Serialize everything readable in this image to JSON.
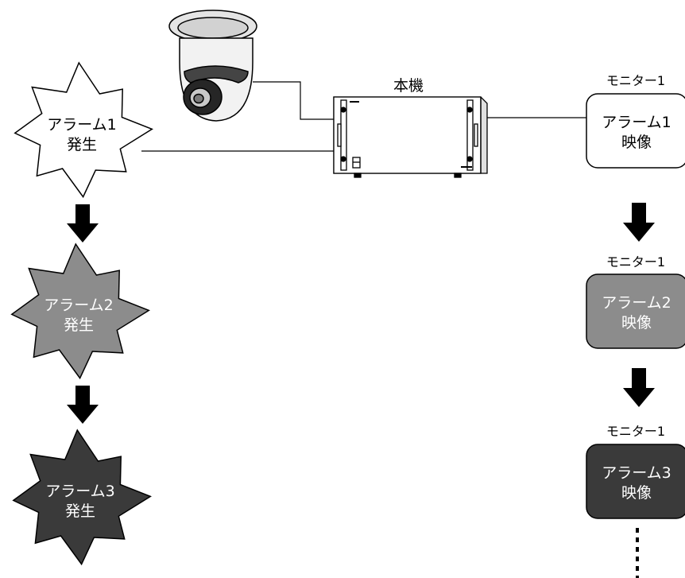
{
  "device": {
    "label": "本機"
  },
  "alarms": [
    {
      "line1": "アラーム1",
      "line2": "発生",
      "fill": "#ffffff",
      "text_color": "#000000"
    },
    {
      "line1": "アラーム2",
      "line2": "発生",
      "fill": "#8c8c8c",
      "text_color": "#ffffff"
    },
    {
      "line1": "アラーム3",
      "line2": "発生",
      "fill": "#3a3a3a",
      "text_color": "#ffffff"
    }
  ],
  "monitors": [
    {
      "title": "モニター1",
      "line1": "アラーム1",
      "line2": "映像",
      "fill": "#ffffff",
      "text_color": "#000000"
    },
    {
      "title": "モニター1",
      "line1": "アラーム2",
      "line2": "映像",
      "fill": "#8c8c8c",
      "text_color": "#ffffff"
    },
    {
      "title": "モニター1",
      "line1": "アラーム3",
      "line2": "映像",
      "fill": "#3a3a3a",
      "text_color": "#ffffff"
    }
  ],
  "icons": [
    "dome-camera-icon",
    "recorder-unit-icon",
    "down-arrow-icon"
  ]
}
